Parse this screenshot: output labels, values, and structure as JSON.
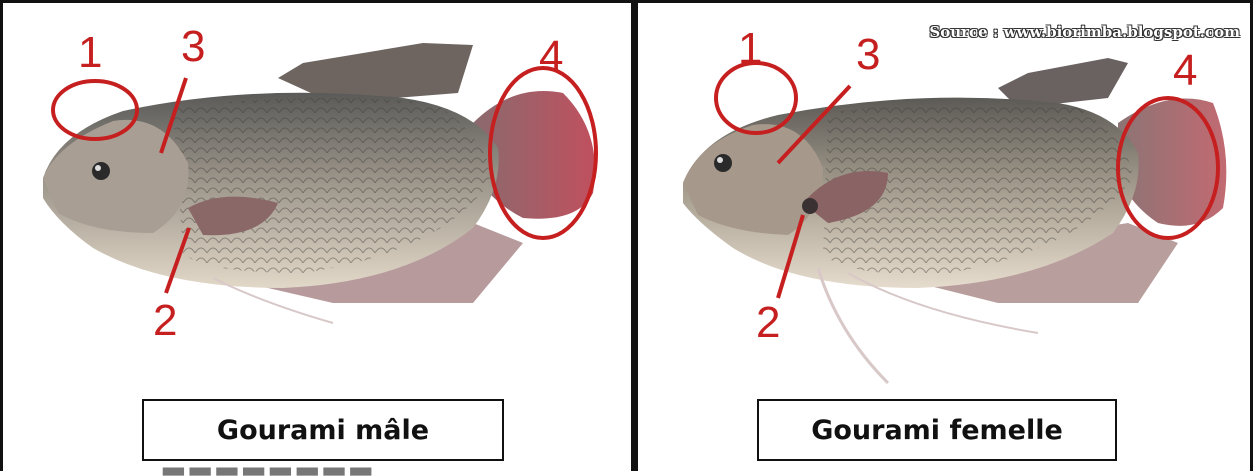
{
  "source": "Source : www.biorimba.blogspot.com",
  "male": {
    "caption": "Gourami mâle",
    "labels": [
      "1",
      "2",
      "3",
      "4"
    ]
  },
  "female": {
    "caption": "Gourami femelle",
    "labels": [
      "1",
      "2",
      "3",
      "4"
    ]
  },
  "colors": {
    "annotation": "#c61f1f",
    "border": "#111111"
  }
}
